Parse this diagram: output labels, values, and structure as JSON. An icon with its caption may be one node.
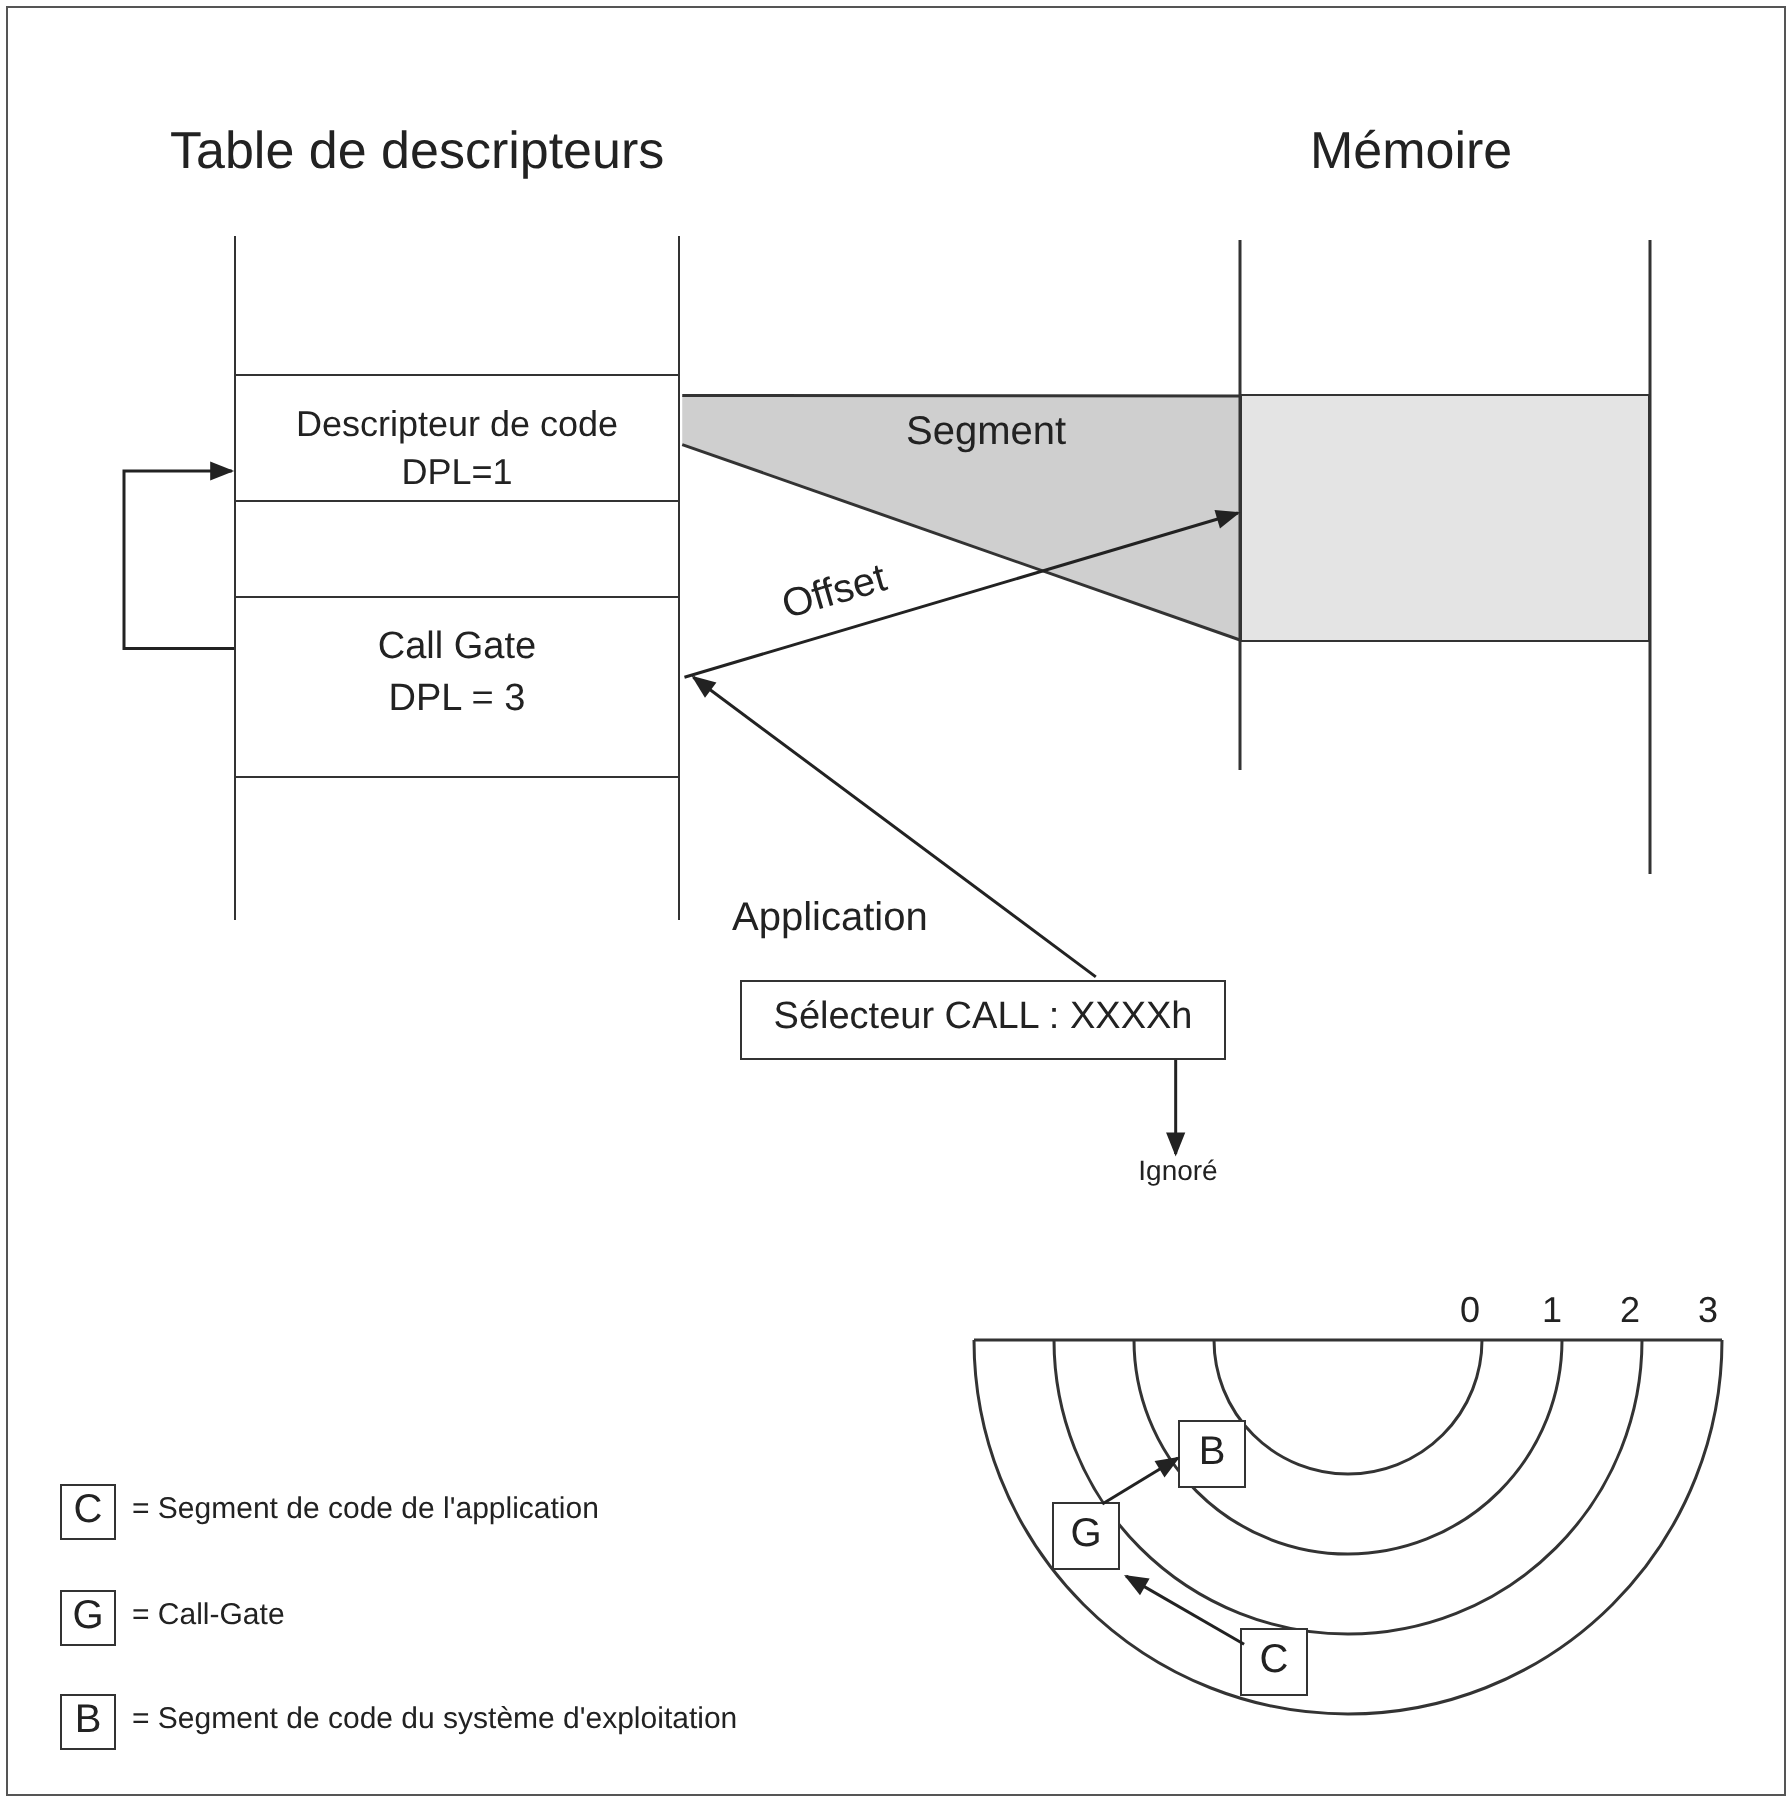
{
  "diagram": {
    "nodes": [
      {
        "text": [
          "Table de descripteurs"
        ]
      },
      {
        "text": [
          "Descripteur de code",
          "DPL=1"
        ],
        "in": 0
      },
      {
        "text": [],
        "shape": "box",
        "in": 0
      },
      {
        "text": [
          "Call Gate",
          "DPL = 3"
        ],
        "in": 0
      },
      {
        "text": [
          "Mémoire"
        ]
      },
      {
        "text": [],
        "shape": "box",
        "in": 4
      },
      {
        "text": [
          "Application",
          "Sélecteur CALL : XXXXh"
        ]
      },
      {
        "text": [
          "Ignoré"
        ]
      },
      {
        "text": [
          "B"
        ]
      },
      {
        "text": [
          "G"
        ]
      },
      {
        "text": [
          "C"
        ]
      },
      {
        "text": [
          "C"
        ],
        "beside": [
          "= Segment de code de l'application"
        ]
      },
      {
        "text": [
          "G"
        ],
        "beside": [
          "= Call-Gate"
        ]
      },
      {
        "text": [
          "B"
        ],
        "beside": [
          "= Segment de code du système d'exploitation"
        ]
      }
    ],
    "edges": [
      {
        "from": 3,
        "to": 1,
        "arrow": "to"
      },
      {
        "from": 3,
        "to": 5,
        "arrow": "to",
        "label": "Offset"
      },
      {
        "from": 6,
        "to": 3,
        "arrow": "to"
      },
      {
        "from": 6,
        "to": 7,
        "arrow": "to"
      },
      {
        "from": 9,
        "to": 8,
        "arrow": "to"
      },
      {
        "from": 10,
        "to": 9,
        "arrow": "to"
      },
      {
        "from": 1,
        "to": 5,
        "arrow": "none"
      }
    ],
    "labels": [
      "Segment",
      "0",
      "1",
      "2",
      "3"
    ]
  }
}
